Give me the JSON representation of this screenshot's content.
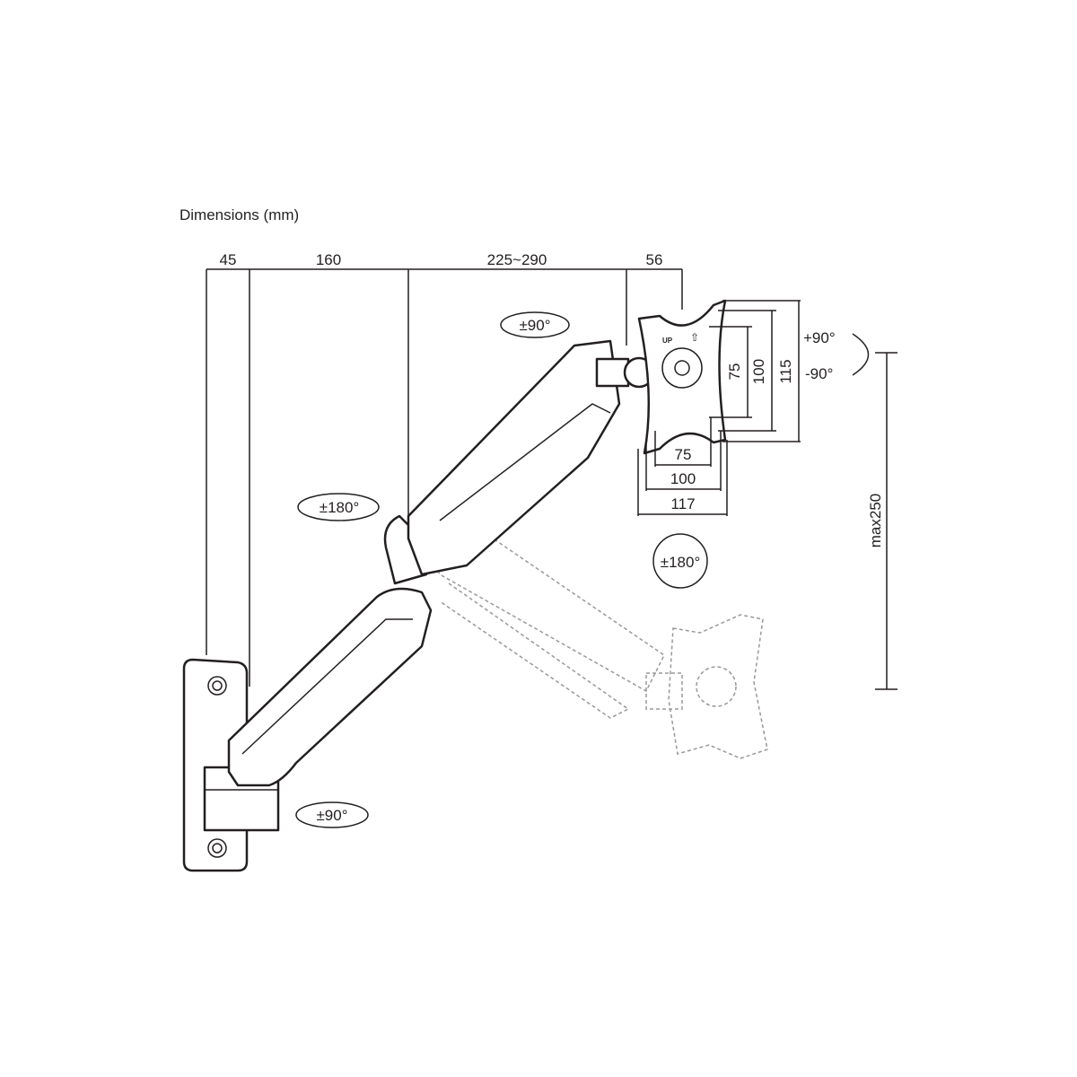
{
  "title": "Dimensions (mm)",
  "top_dimensions": [
    "45",
    "160",
    "225~290",
    "56"
  ],
  "vesa": {
    "vertical": [
      "75",
      "100",
      "115"
    ],
    "horizontal": [
      "75",
      "100",
      "117"
    ],
    "up_label": "UP"
  },
  "rotations": {
    "tilt_up": "+90°",
    "tilt_down": "-90°",
    "head_swivel": "±90°",
    "elbow_swivel": "±180°",
    "rotation": "±180°",
    "base_swivel": "±90°"
  },
  "height_adjust": "max250"
}
